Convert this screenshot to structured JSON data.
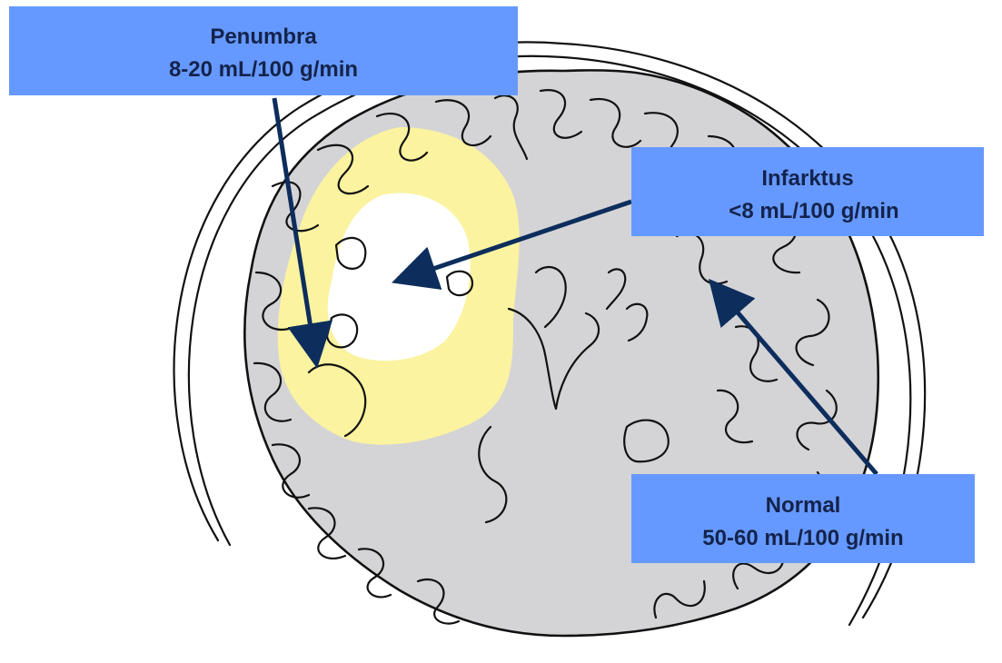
{
  "colors": {
    "background": "#ffffff",
    "brain_fill": "#d4d4d6",
    "outline": "#111111",
    "penumbra_zone": "#fbf3a0",
    "infarct_zone": "#ffffff",
    "label_box": "#6699ff",
    "label_text": "#14234b",
    "arrow": "#0d2d5c"
  },
  "labels": {
    "penumbra": {
      "title": "Penumbra",
      "value": "8-20 mL/100 g/min"
    },
    "infarktus": {
      "title": "Infarktus",
      "value": "<8 mL/100 g/min"
    },
    "normal": {
      "title": "Normal",
      "value": "50-60 mL/100 g/min"
    }
  }
}
